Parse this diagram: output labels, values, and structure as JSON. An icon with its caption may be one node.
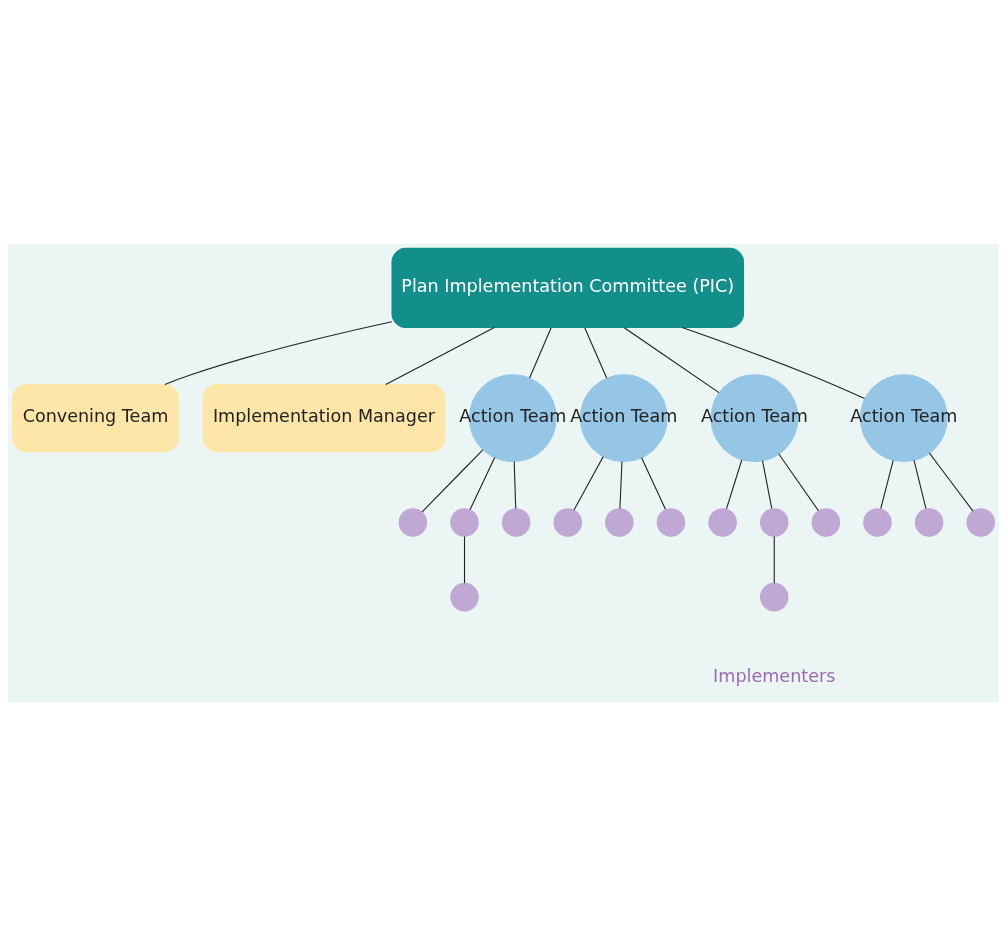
{
  "diagram": {
    "nodes": [
      {
        "text": [
          "Plan Implementation Committee (PIC)"
        ]
      },
      {
        "text": [
          "Convening Team"
        ]
      },
      {
        "text": [
          "Implementation Manager"
        ]
      },
      {
        "text": [
          "Action Team"
        ]
      },
      {
        "text": [
          "Action Team"
        ]
      },
      {
        "text": [
          "Action Team"
        ]
      },
      {
        "text": [
          "Action Team"
        ]
      },
      {
        "text": [],
        "shape": "circle"
      },
      {
        "text": [],
        "shape": "circle"
      },
      {
        "text": [],
        "shape": "circle"
      },
      {
        "text": [],
        "shape": "circle"
      },
      {
        "text": [],
        "shape": "circle"
      },
      {
        "text": [],
        "shape": "circle"
      },
      {
        "text": [],
        "shape": "circle"
      },
      {
        "text": [],
        "shape": "circle"
      },
      {
        "text": [],
        "shape": "circle"
      },
      {
        "text": [],
        "shape": "circle"
      },
      {
        "text": [],
        "shape": "circle"
      },
      {
        "text": [],
        "shape": "circle"
      },
      {
        "text": [],
        "shape": "circle"
      },
      {
        "text": [],
        "shape": "circle"
      }
    ],
    "edges": [
      {
        "from": 0,
        "to": 1,
        "arrow": "none"
      },
      {
        "from": 0,
        "to": 2,
        "arrow": "none"
      },
      {
        "from": 0,
        "to": 3,
        "arrow": "none"
      },
      {
        "from": 0,
        "to": 4,
        "arrow": "none"
      },
      {
        "from": 0,
        "to": 5,
        "arrow": "none"
      },
      {
        "from": 0,
        "to": 6,
        "arrow": "none"
      },
      {
        "from": 3,
        "to": 7,
        "arrow": "none"
      },
      {
        "from": 3,
        "to": 8,
        "arrow": "none"
      },
      {
        "from": 8,
        "to": 9,
        "arrow": "none"
      },
      {
        "from": 3,
        "to": 10,
        "arrow": "none"
      },
      {
        "from": 4,
        "to": 11,
        "arrow": "none"
      },
      {
        "from": 4,
        "to": 12,
        "arrow": "none"
      },
      {
        "from": 4,
        "to": 13,
        "arrow": "none"
      },
      {
        "from": 5,
        "to": 14,
        "arrow": "none"
      },
      {
        "from": 5,
        "to": 15,
        "arrow": "none"
      },
      {
        "from": 15,
        "to": 16,
        "arrow": "none"
      },
      {
        "from": 5,
        "to": 17,
        "arrow": "none"
      },
      {
        "from": 6,
        "to": 18,
        "arrow": "none"
      },
      {
        "from": 6,
        "to": 19,
        "arrow": "none"
      },
      {
        "from": 6,
        "to": 20,
        "arrow": "none"
      }
    ],
    "labels": [
      "Implementers"
    ]
  }
}
